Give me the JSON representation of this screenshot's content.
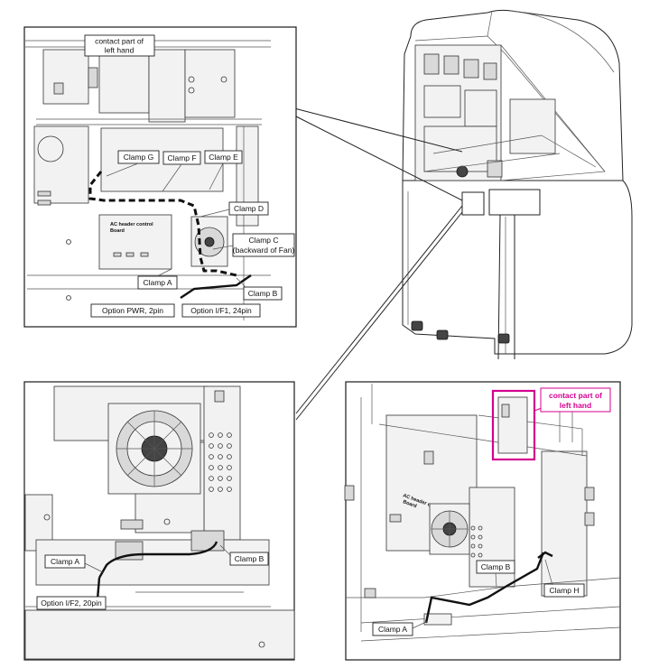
{
  "callouts": {
    "tl_contact": [
      "contact part of",
      "left hand"
    ],
    "clamp_g": "Clamp G",
    "clamp_f": "Clamp F",
    "clamp_e": "Clamp E",
    "clamp_d": "Clamp D",
    "clamp_c": [
      "Clamp C",
      "(backward of Fan)"
    ],
    "clamp_a_tl": "Clamp A",
    "clamp_b_tl": "Clamp B",
    "option_pwr": "Option PWR, 2pin",
    "option_if1": "Option I/F1, 24pin",
    "clamp_a_bl": "Clamp A",
    "clamp_b_bl": "Clamp B",
    "option_if2": "Option I/F2, 20pin",
    "br_contact": [
      "contact part of",
      "left hand"
    ],
    "clamp_b_br": "Clamp B",
    "clamp_h": "Clamp H",
    "clamp_a_br": "Clamp A",
    "board_tl": [
      "AC header control",
      "Board"
    ],
    "board_br": [
      "AC header control",
      "Board"
    ]
  },
  "colors": {
    "highlight": "#d4008f",
    "line": "#1a1a1a"
  }
}
